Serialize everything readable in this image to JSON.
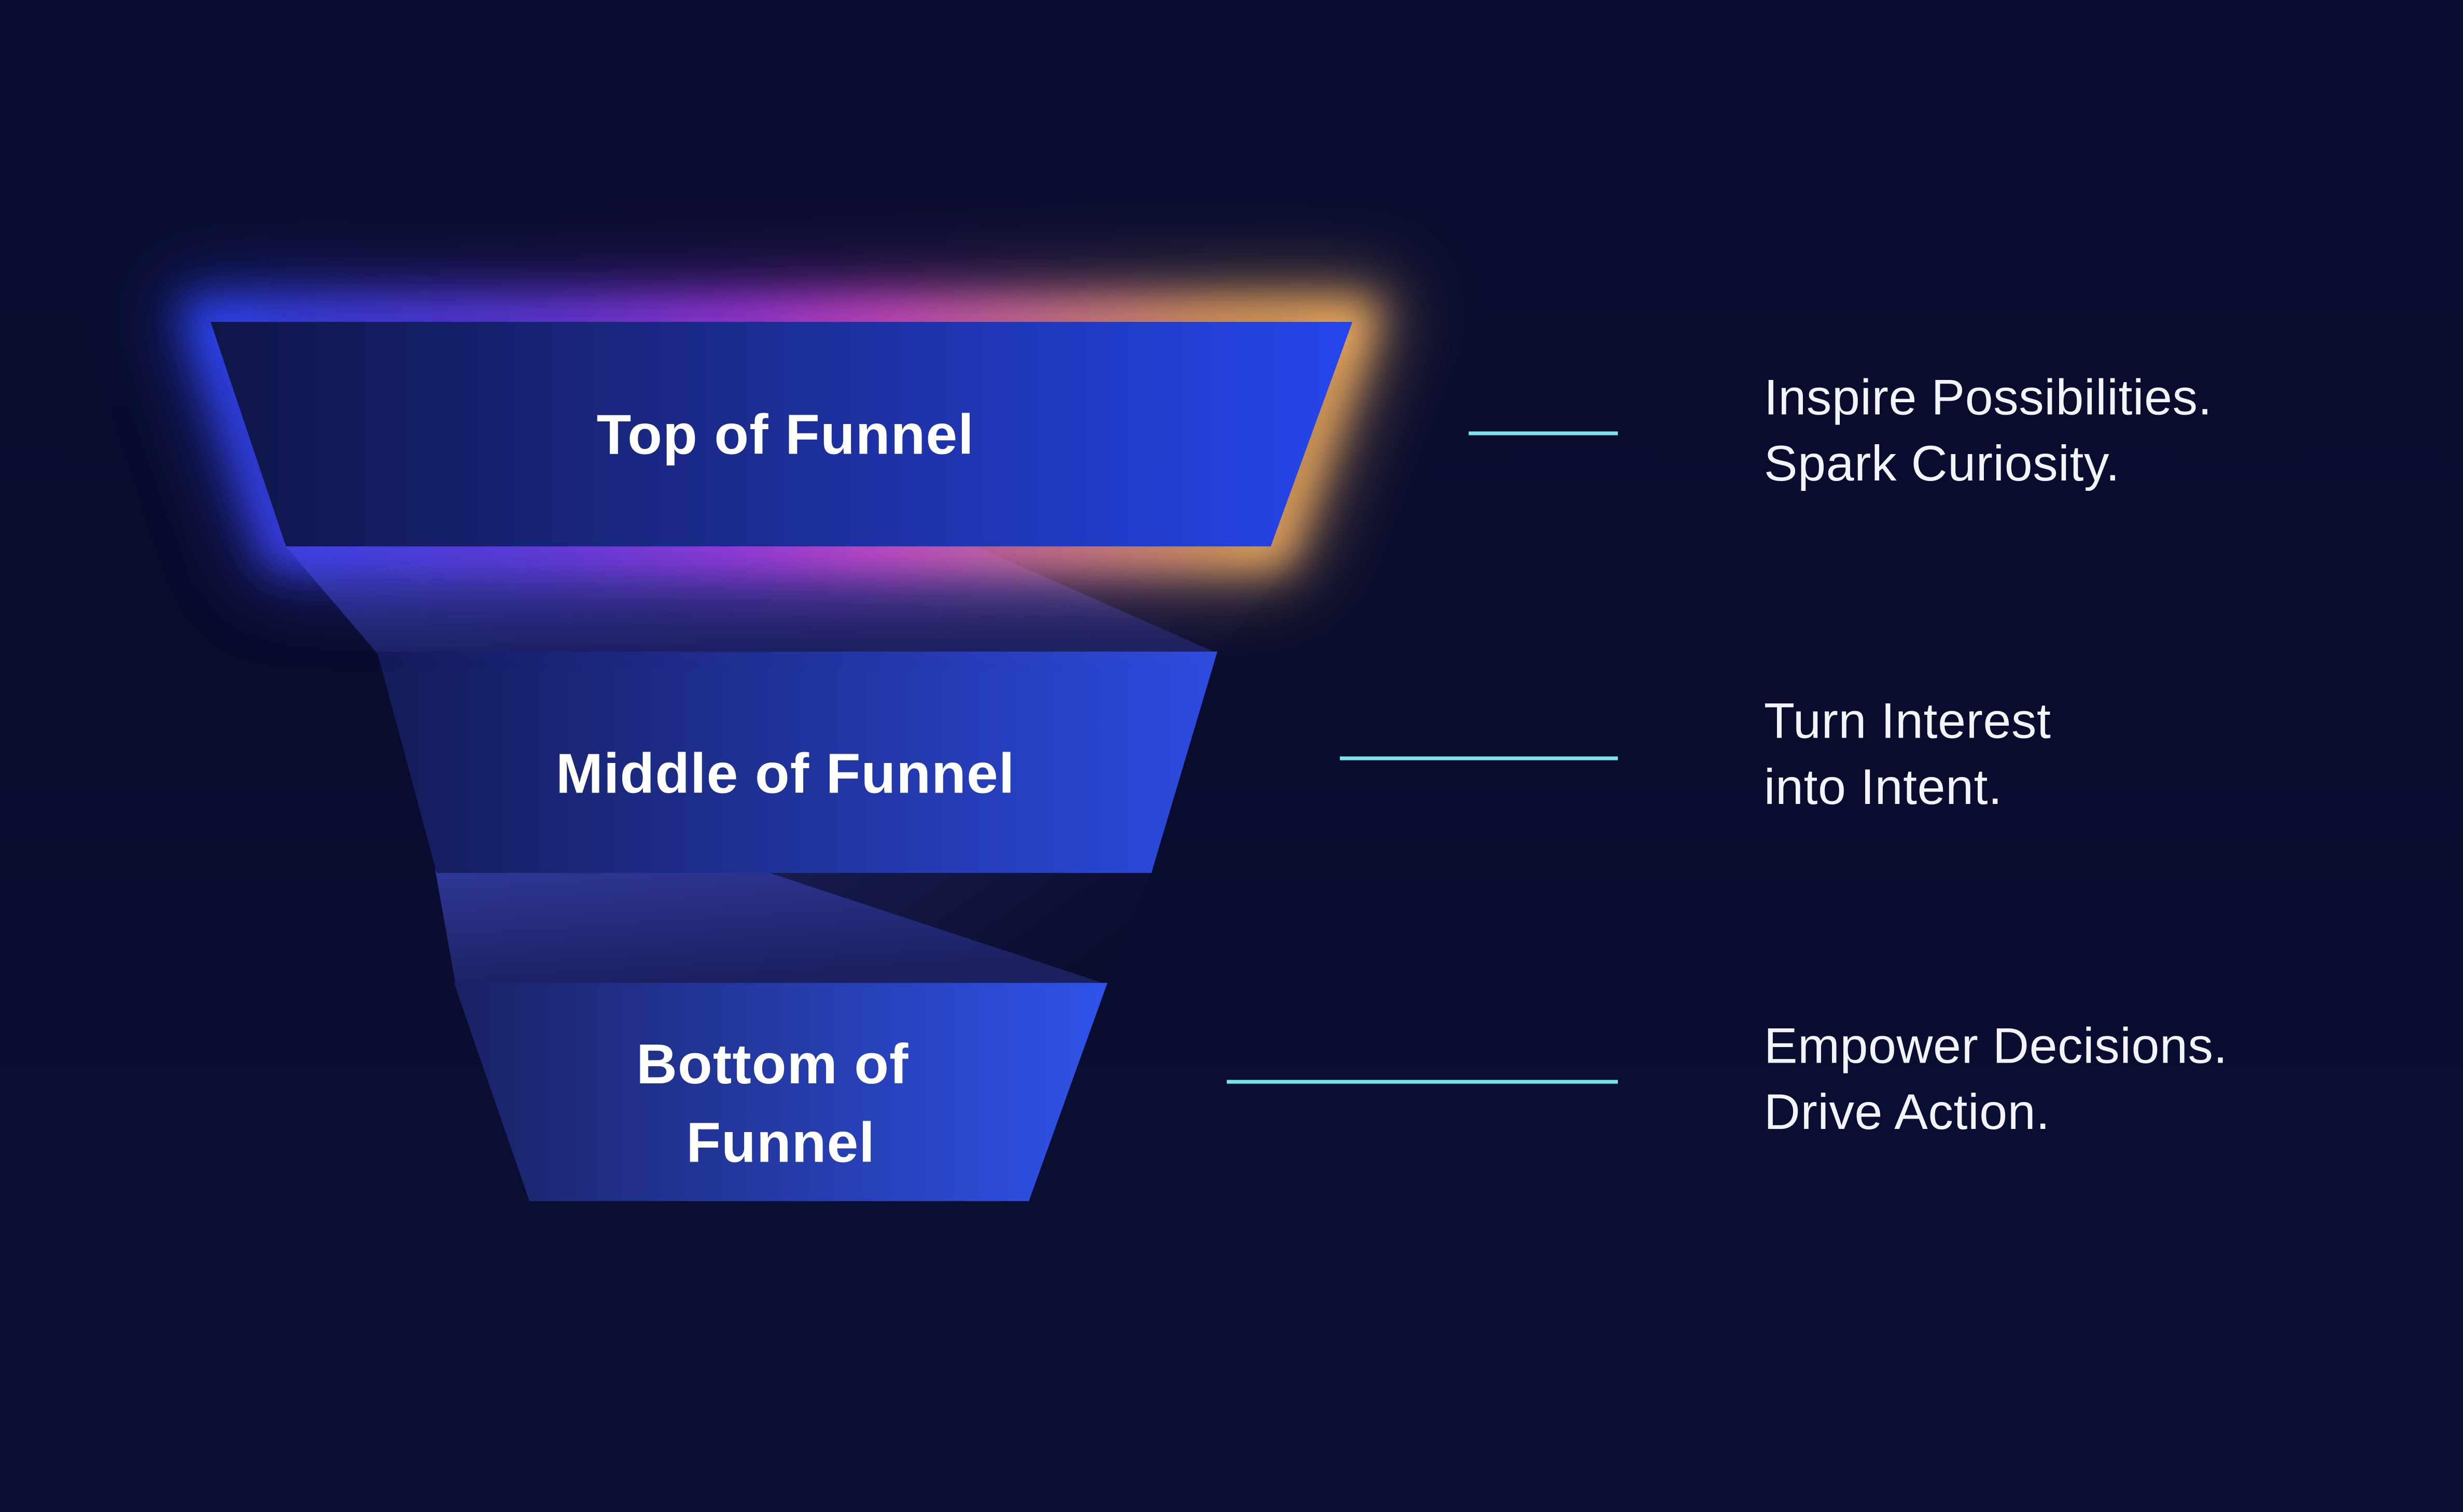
{
  "diagram": {
    "type": "funnel",
    "stages": [
      {
        "id": "top",
        "label": "Top of Funnel",
        "description_line1": "Inspire Possibilities.",
        "description_line2": "Spark Curiosity."
      },
      {
        "id": "middle",
        "label": "Middle of Funnel",
        "description_line1": "Turn Interest",
        "description_line2": "into Intent."
      },
      {
        "id": "bottom",
        "label": "Bottom of Funnel",
        "label_line1": "Bottom of",
        "label_line2": "Funnel",
        "description_line1": "Empower Decisions.",
        "description_line2": "Drive Action."
      }
    ],
    "colors": {
      "background": "#090C2C",
      "connector": "#78E5EC",
      "text_primary": "#FFFFFF",
      "text_secondary": "#F2F4FA",
      "glow_blue": "#2A46F5",
      "glow_violet": "#A93BE6",
      "glow_magenta": "#D84BD0",
      "glow_pink": "#E27A95",
      "glow_orange": "#F0AA5E",
      "segment_dark": "#0F1548",
      "segment_mid": "#1B2B8E",
      "segment_bright": "#2546EC",
      "segment2_dark": "#141B58",
      "segment2_bright": "#2C4BE0",
      "segment3_dark": "#1A2264",
      "segment3_bright": "#2F53EA",
      "fold_light": "#303796",
      "fold_dark": "#1A2060",
      "shadow_dark": "#181C50",
      "shadow_fade": "#0A0D2E"
    }
  }
}
